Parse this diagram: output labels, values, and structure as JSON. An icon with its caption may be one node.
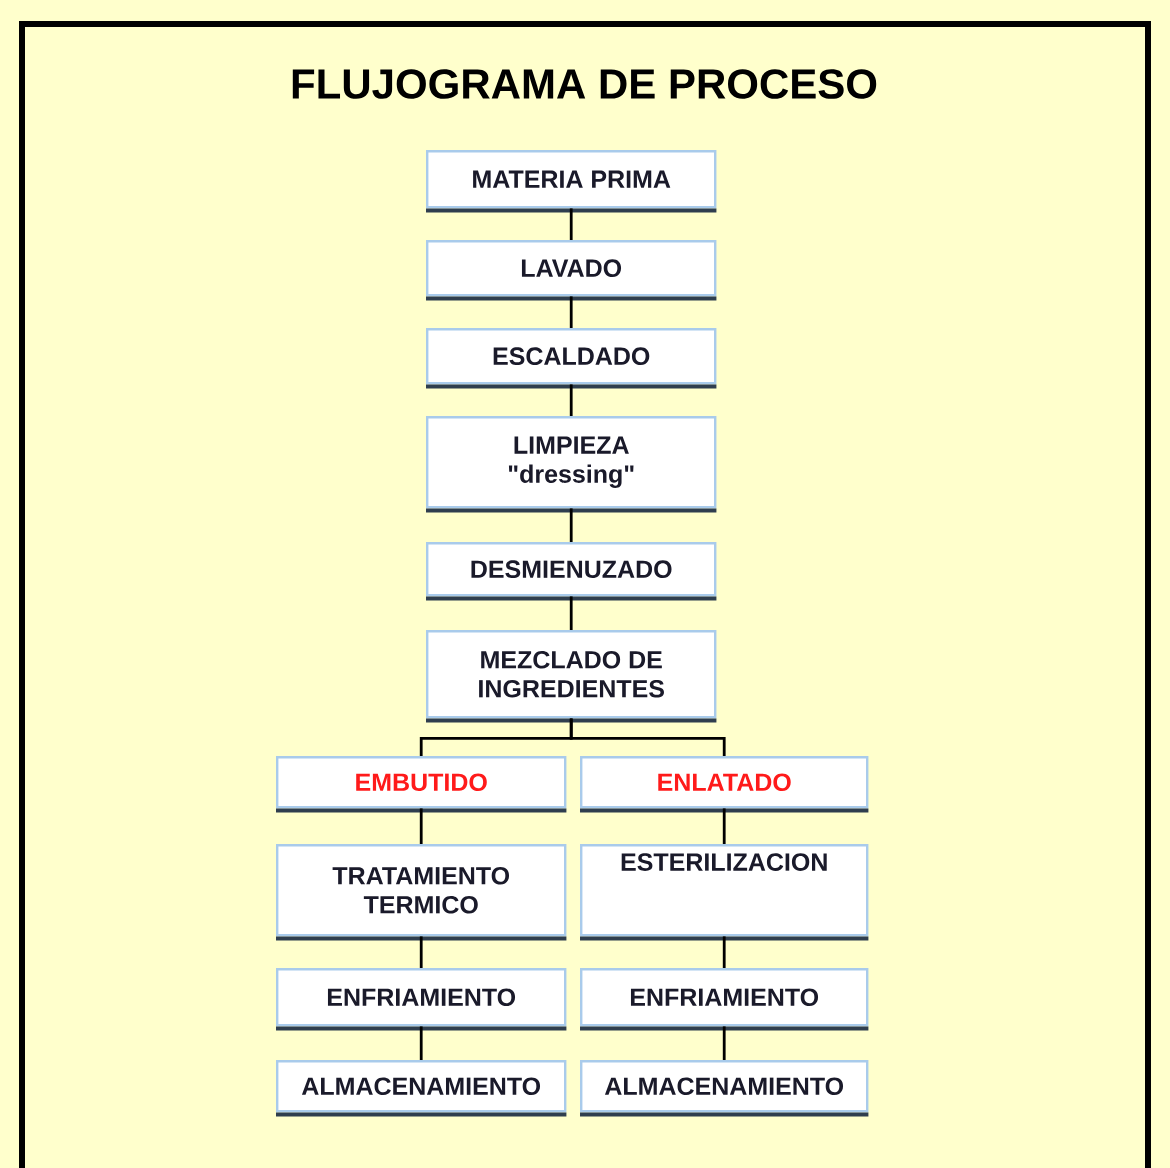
{
  "diagram": {
    "title": "FLUJOGRAMA DE PROCESO",
    "nodes": [
      {
        "text": [
          "MATERIA PRIMA"
        ]
      },
      {
        "text": [
          "LAVADO"
        ]
      },
      {
        "text": [
          "ESCALDADO"
        ]
      },
      {
        "text": [
          "LIMPIEZA",
          "\"dressing\""
        ]
      },
      {
        "text": [
          "DESMIENUZADO"
        ]
      },
      {
        "text": [
          "MEZCLADO DE INGREDIENTES"
        ]
      },
      {
        "text": [
          "EMBUTIDO"
        ]
      },
      {
        "text": [
          "ENLATADO"
        ]
      },
      {
        "text": [
          "TRATAMIENTO TERMICO"
        ]
      },
      {
        "text": [
          "ESTERILIZACION"
        ]
      },
      {
        "text": [
          "ENFRIAMIENTO"
        ]
      },
      {
        "text": [
          "ENFRIAMIENTO"
        ]
      },
      {
        "text": [
          "ALMACENAMIENTO"
        ]
      },
      {
        "text": [
          "ALMACENAMIENTO"
        ]
      }
    ],
    "edges": [
      {
        "from": 0,
        "to": 1,
        "arrow": "none"
      },
      {
        "from": 1,
        "to": 2,
        "arrow": "none"
      },
      {
        "from": 2,
        "to": 3,
        "arrow": "none"
      },
      {
        "from": 3,
        "to": 4,
        "arrow": "none"
      },
      {
        "from": 4,
        "to": 5,
        "arrow": "none"
      },
      {
        "from": 5,
        "to": 6,
        "arrow": "none"
      },
      {
        "from": 5,
        "to": 7,
        "arrow": "none"
      },
      {
        "from": 6,
        "to": 8,
        "arrow": "none"
      },
      {
        "from": 8,
        "to": 10,
        "arrow": "none"
      },
      {
        "from": 10,
        "to": 12,
        "arrow": "none"
      },
      {
        "from": 7,
        "to": 9,
        "arrow": "none"
      },
      {
        "from": 9,
        "to": 11,
        "arrow": "none"
      },
      {
        "from": 11,
        "to": 13,
        "arrow": "none"
      }
    ]
  }
}
